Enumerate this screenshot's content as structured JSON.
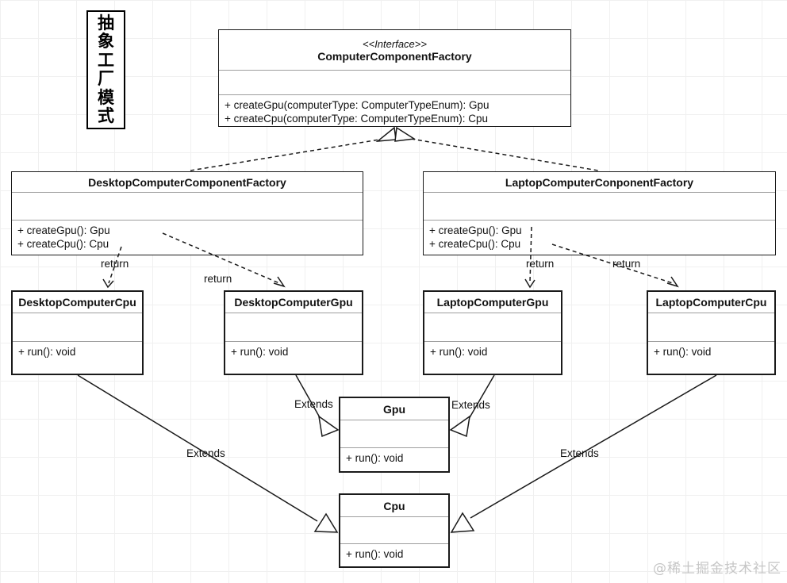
{
  "pattern_label": {
    "text": "抽象工厂模式",
    "chars": [
      "抽",
      "象",
      "工",
      "厂",
      "模",
      "式"
    ]
  },
  "watermark": {
    "text": "@稀土掘金技术社区"
  },
  "classes": {
    "interface": {
      "stereotype": "<<Interface>>",
      "name": "ComputerComponentFactory",
      "methods": [
        "+ createGpu(computerType: ComputerTypeEnum): Gpu",
        "+ createCpu(computerType: ComputerTypeEnum): Cpu"
      ]
    },
    "desktop_factory": {
      "name": "DesktopComputerComponentFactory",
      "methods": [
        "+ createGpu(): Gpu",
        "+ createCpu(): Cpu"
      ]
    },
    "laptop_factory": {
      "name": "LaptopComputerConponentFactory",
      "methods": [
        "+ createGpu(): Gpu",
        "+ createCpu(): Cpu"
      ]
    },
    "desktop_cpu": {
      "name": "DesktopComputerCpu",
      "methods": [
        "+ run(): void"
      ]
    },
    "desktop_gpu": {
      "name": "DesktopComputerGpu",
      "methods": [
        "+ run(): void"
      ]
    },
    "laptop_gpu": {
      "name": "LaptopComputerGpu",
      "methods": [
        "+ run(): void"
      ]
    },
    "laptop_cpu": {
      "name": "LaptopComputerCpu",
      "methods": [
        "+ run(): void"
      ]
    },
    "gpu": {
      "name": "Gpu",
      "methods": [
        "+ run(): void"
      ]
    },
    "cpu": {
      "name": "Cpu",
      "methods": [
        "+ run(): void"
      ]
    }
  },
  "edge_labels": {
    "return_desktop_cpu": "return",
    "return_desktop_gpu": "return",
    "return_laptop_gpu": "return",
    "return_laptop_cpu": "return",
    "extends_desktop_gpu": "Extends",
    "extends_laptop_gpu": "Extends",
    "extends_desktop_cpu": "Extends",
    "extends_laptop_cpu": "Extends"
  },
  "relationships": [
    {
      "from": "DesktopComputerComponentFactory",
      "to": "ComputerComponentFactory",
      "type": "realization",
      "label": ""
    },
    {
      "from": "LaptopComputerConponentFactory",
      "to": "ComputerComponentFactory",
      "type": "realization",
      "label": ""
    },
    {
      "from": "DesktopComputerComponentFactory",
      "to": "DesktopComputerCpu",
      "type": "dependency",
      "label": "return"
    },
    {
      "from": "DesktopComputerComponentFactory",
      "to": "DesktopComputerGpu",
      "type": "dependency",
      "label": "return"
    },
    {
      "from": "LaptopComputerConponentFactory",
      "to": "LaptopComputerGpu",
      "type": "dependency",
      "label": "return"
    },
    {
      "from": "LaptopComputerConponentFactory",
      "to": "LaptopComputerCpu",
      "type": "dependency",
      "label": "return"
    },
    {
      "from": "DesktopComputerGpu",
      "to": "Gpu",
      "type": "generalization",
      "label": "Extends"
    },
    {
      "from": "LaptopComputerGpu",
      "to": "Gpu",
      "type": "generalization",
      "label": "Extends"
    },
    {
      "from": "DesktopComputerCpu",
      "to": "Cpu",
      "type": "generalization",
      "label": "Extends"
    },
    {
      "from": "LaptopComputerCpu",
      "to": "Cpu",
      "type": "generalization",
      "label": "Extends"
    }
  ],
  "colors": {
    "background": "#ffffff",
    "grid": "#f0f0f0",
    "line": "#1a1a1a",
    "divider": "#9e9e9e",
    "watermark": "#c6c6c6"
  }
}
